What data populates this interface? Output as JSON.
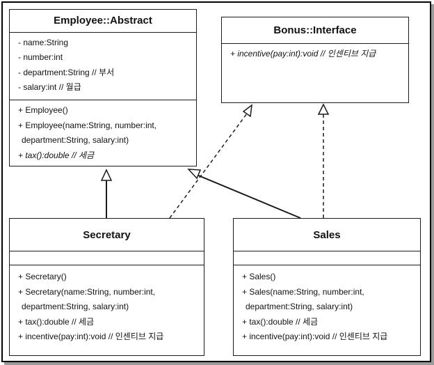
{
  "employee": {
    "title": "Employee::Abstract",
    "attributes": [
      "- name:String",
      "- number:int",
      "- department:String // 부서",
      "- salary:int // 월급"
    ],
    "methods": [
      "+ Employee()",
      "+ Employee(name:String, number:int,",
      "department:String, salary:int)",
      "+ tax():double     // 세금"
    ]
  },
  "bonus": {
    "title": "Bonus::Interface",
    "methods": [
      "+ incentive(pay:int):void   // 인센티브 지급"
    ]
  },
  "secretary": {
    "title": "Secretary",
    "methods": [
      "+ Secretary()",
      "+ Secretary(name:String, number:int,",
      "department:String, salary:int)",
      "+ tax():double      // 세금",
      "+ incentive(pay:int):void   // 인센티브 지급"
    ]
  },
  "sales": {
    "title": "Sales",
    "methods": [
      "+ Sales()",
      "+ Sales(name:String, number:int,",
      "department:String, salary:int)",
      "+ tax():double      // 세금",
      "+ incentive(pay:int):void   // 인센티브 지급"
    ]
  },
  "colors": {
    "line": "#1a1a1a",
    "frame": "#000000",
    "shadow": "#9a9a9a"
  }
}
